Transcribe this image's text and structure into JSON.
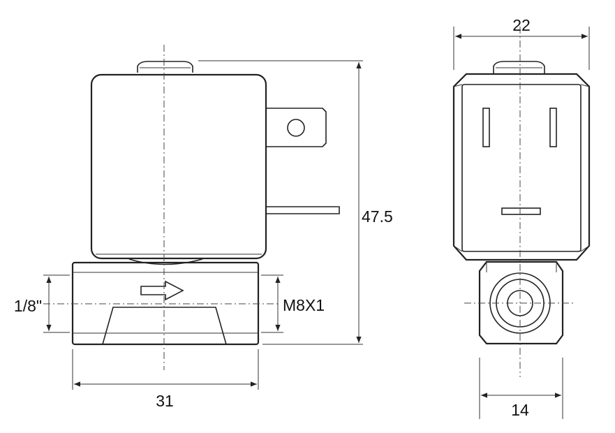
{
  "dimensions": {
    "height": "47.5",
    "front_width": "31",
    "side_width": "22",
    "port_spacing": "14",
    "port_thread": "1/8\"",
    "mount_thread": "M8X1"
  }
}
